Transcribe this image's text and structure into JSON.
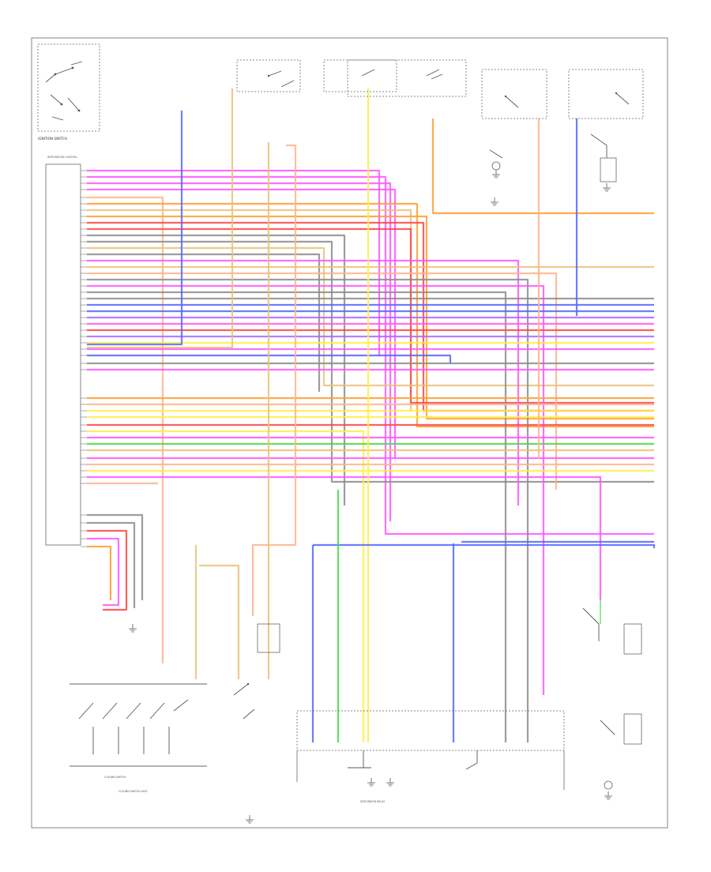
{
  "diagram": {
    "figure_id": "",
    "components": {
      "ignition_switch": "IGNITION SWITCH",
      "column_switch": "COLUMN SWITCH",
      "column_switch_assembly": "COLUMN SWITCH ASSY",
      "integrated_relay": "INTEGRATED RELAY",
      "integration_control": "INTEGRATION CONTROL",
      "door_lock_solenoid": "",
      "stop_lamp_switch": ""
    }
  },
  "colors": {
    "pink": "#ff55ff",
    "orange": "#ff9c33",
    "yellow": "#ffee44",
    "red": "#ff4444",
    "blue": "#5566ff",
    "gray": "#8c8c8c",
    "green": "#44dd44",
    "tan": "#e8c277",
    "peach": "#ffb38a",
    "violet": "#aa66ff",
    "black": "#333333",
    "white": "#dddddd"
  }
}
